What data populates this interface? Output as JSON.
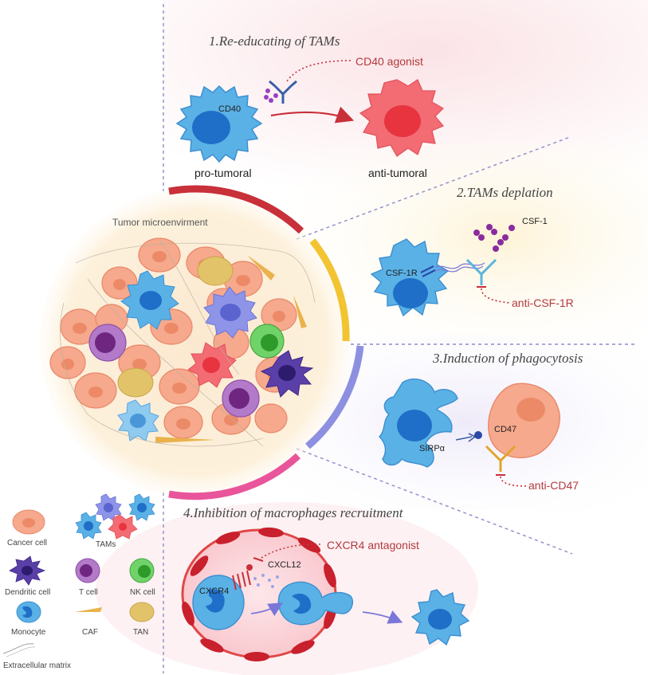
{
  "sections": {
    "s1": {
      "title": "1.Re-educating of TAMs",
      "drug": "CD40 agonist",
      "receptor": "CD40",
      "left_state": "pro-tumoral",
      "right_state": "anti-tumoral"
    },
    "s2": {
      "title": "2.TAMs deplation",
      "ligand": "CSF-1",
      "receptor": "CSF-1R",
      "drug": "anti-CSF-1R"
    },
    "s3": {
      "title": "3.Induction of phagocytosis",
      "receptor": "SIRPα",
      "target": "CD47",
      "drug": "anti-CD47"
    },
    "s4": {
      "title": "4.Inhibition of macrophages recruitment",
      "drug": "CXCR4 antagonist",
      "ligand": "CXCL12",
      "receptor": "CXCR4"
    }
  },
  "tme_label": "Tumor microenvirment",
  "legend": {
    "cancer_cell": "Cancer cell",
    "tams": "TAMs",
    "dendritic_cell": "Dendritic cell",
    "t_cell": "T cell",
    "nk_cell": "NK cell",
    "monocyte": "Monocyte",
    "caf": "CAF",
    "tan": "TAN",
    "ecm": "Extracellular matrix"
  },
  "colors": {
    "macrophage": "#5ab1e6",
    "macrophage_nucleus": "#1f6fc8",
    "anti_tumoral": "#f36b73",
    "cancer_cell": "#f6a98c",
    "arc_red": "#c8303a",
    "arc_yellow": "#f3c432",
    "arc_purple": "#8d8fe0",
    "arc_pink": "#e9559a",
    "drug_text": "#b23a3f"
  }
}
